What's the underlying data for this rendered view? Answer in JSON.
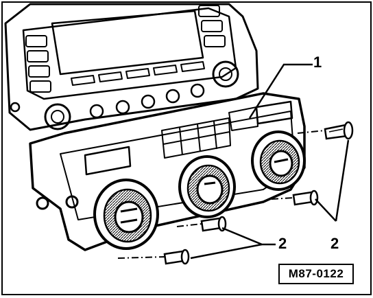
{
  "diagram": {
    "callouts": {
      "trim_panel": "1",
      "screw_lower": "2",
      "screw_right": "2"
    },
    "figure_id": "M87-0122"
  }
}
